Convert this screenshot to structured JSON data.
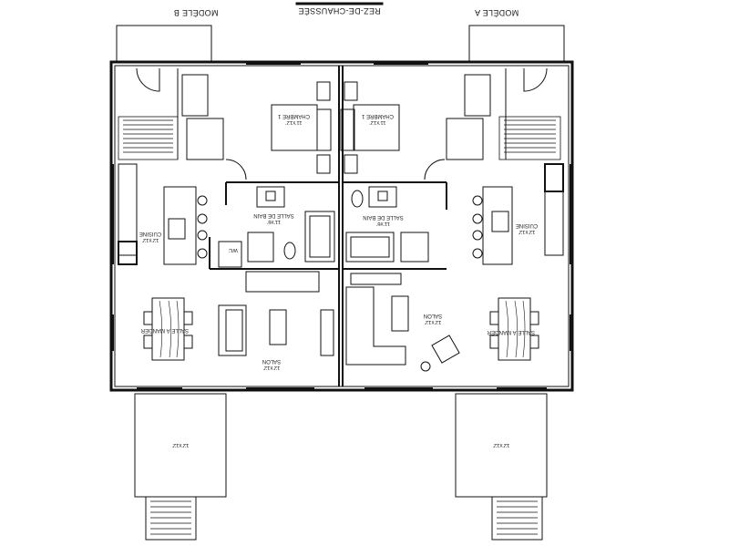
{
  "title": "REZ-DE-CHAUSSÉE",
  "models": {
    "b": "MODÈLE B",
    "a": "MODÈLE A"
  },
  "rooms": {
    "bedroom_b": {
      "name": "CHAMBRE 1",
      "size": "11'x12'"
    },
    "bedroom_a": {
      "name": "CHAMBRE 1",
      "size": "11'x12'"
    },
    "bath_b": {
      "name": "SALLE DE BAIN",
      "size": "11'x6'"
    },
    "bath_a": {
      "name": "SALLE DE BAIN",
      "size": "11'x6'"
    },
    "kitchen_b": {
      "name": "CUISINE",
      "size": "12'x12'"
    },
    "kitchen_a": {
      "name": "CUISINE",
      "size": "12'x12'"
    },
    "dining_b": {
      "name": "SALLE À MANGER"
    },
    "dining_a": {
      "name": "SALLE À MANGER"
    },
    "living_b": {
      "name": "SALON",
      "size": "12'x12'"
    },
    "living_a": {
      "name": "SALON",
      "size": "12'x12'"
    },
    "deck_b": {
      "size": "12'x12'"
    },
    "deck_a": {
      "size": "12'x12'"
    },
    "wc": "WC"
  },
  "line_color": "#111111"
}
